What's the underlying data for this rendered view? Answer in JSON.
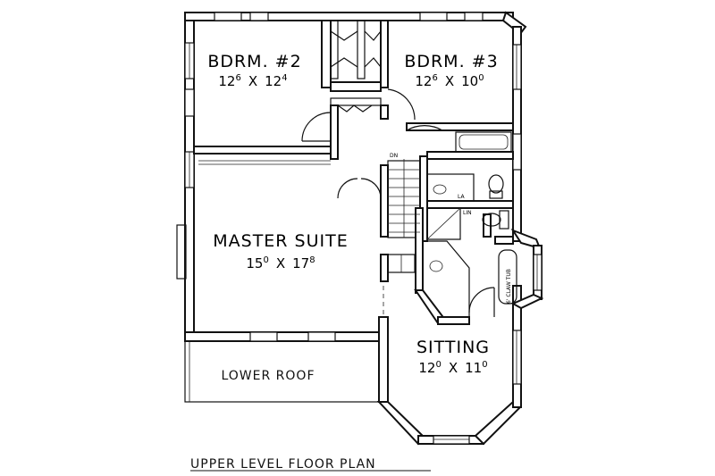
{
  "title": "UPPER LEVEL FLOOR PLAN",
  "rooms": {
    "bdrm2": {
      "name": "BDRM. #2",
      "w_ft": "12",
      "w_in": "6",
      "sep": "X",
      "d_ft": "12",
      "d_in": "4"
    },
    "bdrm3": {
      "name": "BDRM. #3",
      "w_ft": "12",
      "w_in": "6",
      "sep": "X",
      "d_ft": "10",
      "d_in": "0"
    },
    "master": {
      "name": "MASTER SUITE",
      "w_ft": "15",
      "w_in": "0",
      "sep": "X",
      "d_ft": "17",
      "d_in": "8"
    },
    "sitting": {
      "name": "SITTING",
      "w_ft": "12",
      "w_in": "0",
      "sep": "X",
      "d_ft": "11",
      "d_in": "0"
    }
  },
  "labels": {
    "lower_roof": "LOWER ROOF",
    "stair_dn": "DN",
    "claw_tub": "6' CLAW TUB",
    "lin": "LIN",
    "la": "LA"
  }
}
